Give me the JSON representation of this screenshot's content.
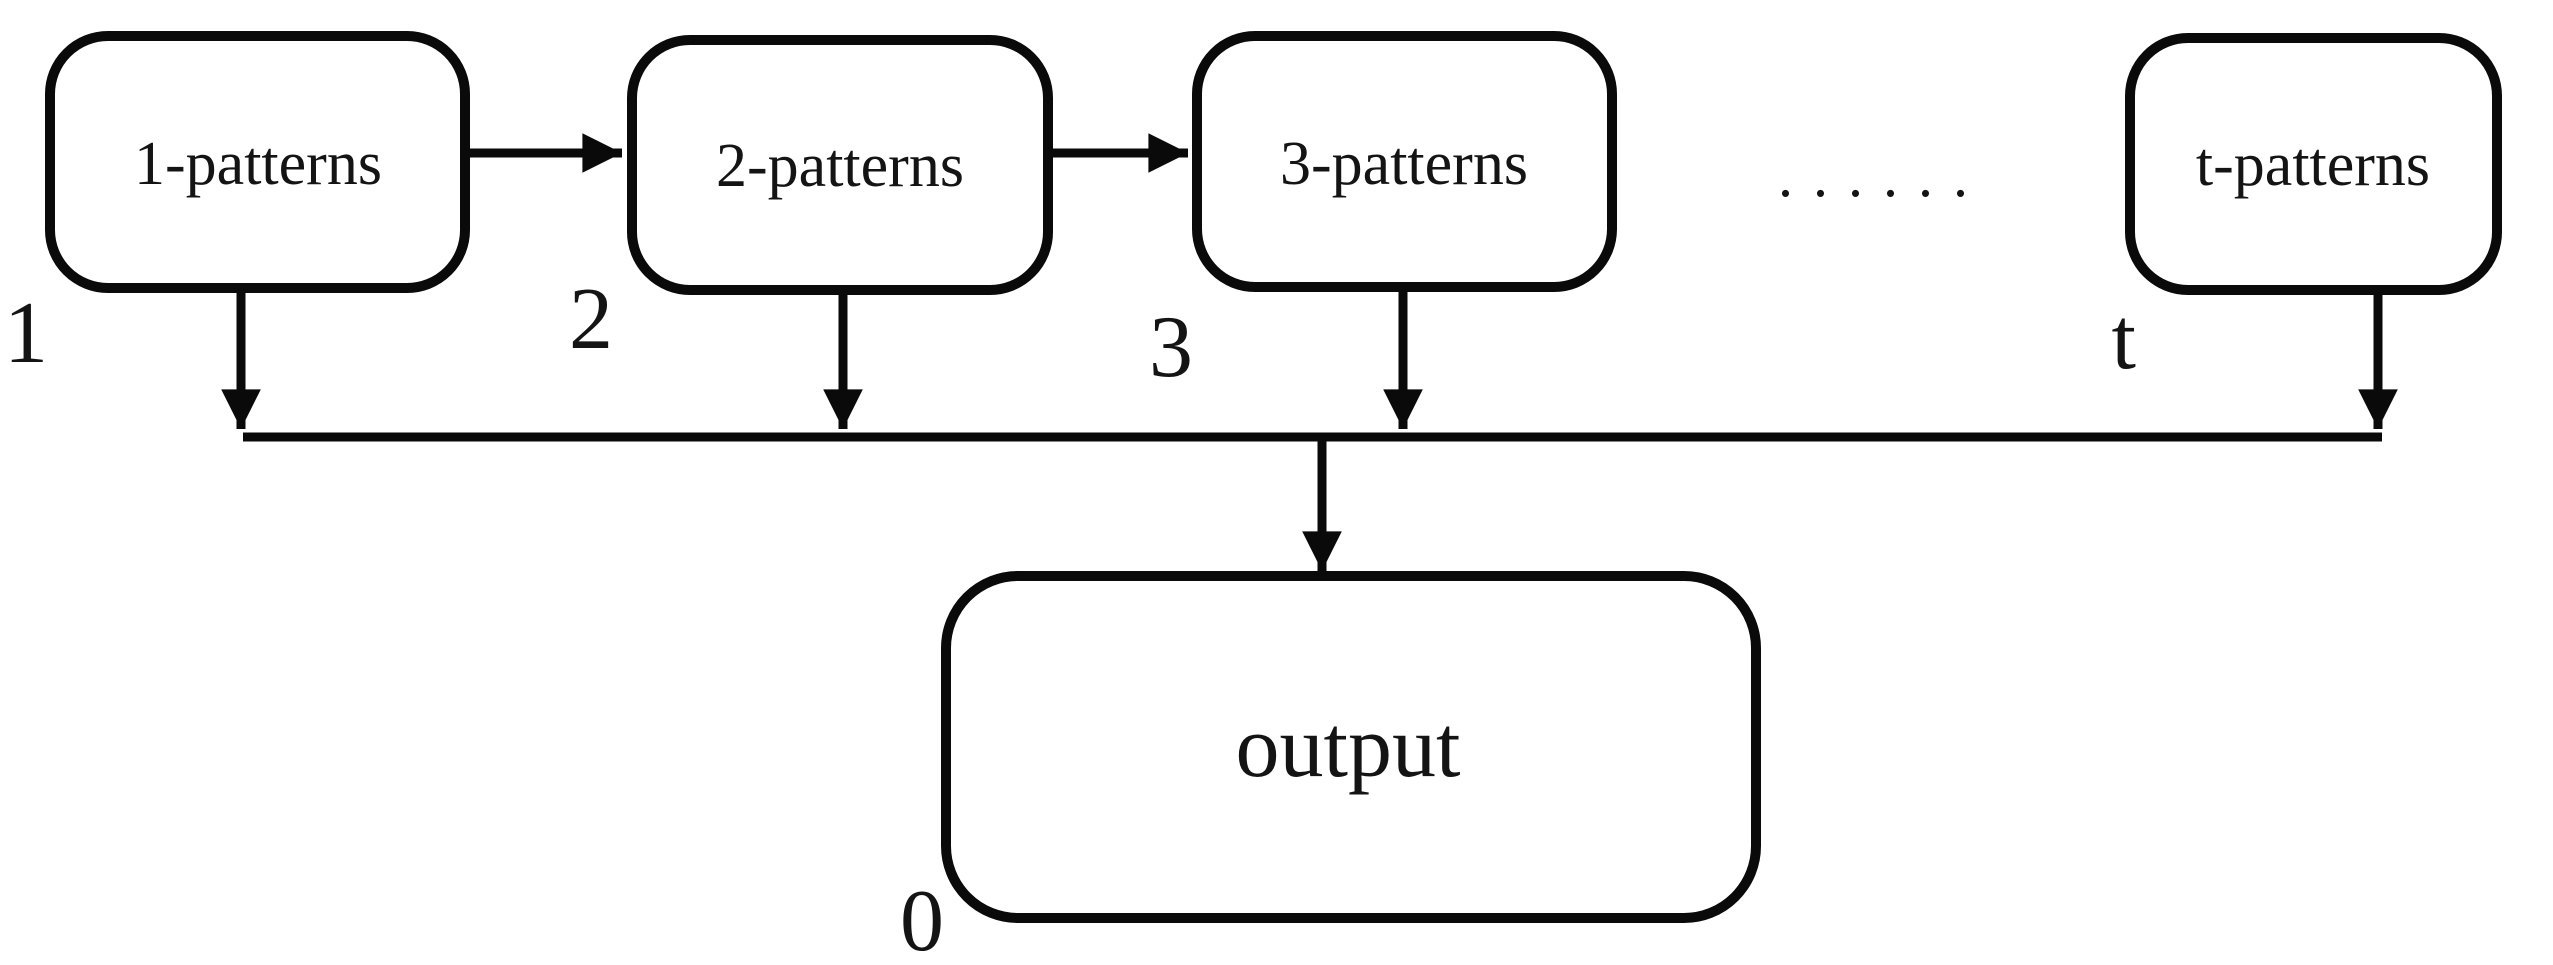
{
  "diagram": {
    "background_color": "#ffffff",
    "ink_color": "#0a0a0a",
    "ellipsis": "......",
    "pattern_boxes": [
      {
        "label": "1-patterns",
        "index_label": "1"
      },
      {
        "label": "2-patterns",
        "index_label": "2"
      },
      {
        "label": "3-patterns",
        "index_label": "3"
      },
      {
        "label": "t-patterns",
        "index_label": "t"
      }
    ],
    "output_box": {
      "label": "output",
      "index_label": "0"
    }
  }
}
